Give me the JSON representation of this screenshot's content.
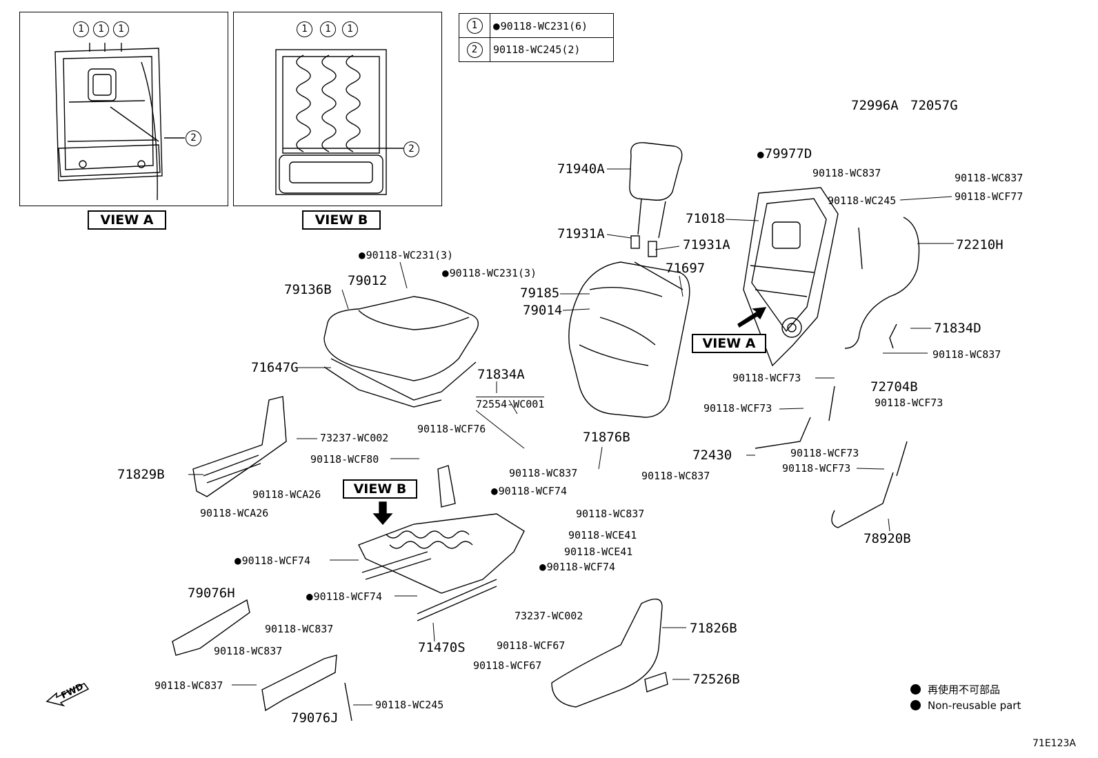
{
  "views": {
    "a_label": "VIEW A",
    "b_label": "VIEW B",
    "a_callout": "VIEW A",
    "b_callout": "VIEW B",
    "circle_one": "1",
    "circle_two": "2"
  },
  "legend": [
    {
      "mark": "1",
      "part": "90118-WC231(6)",
      "non_reusable": true
    },
    {
      "mark": "2",
      "part": "90118-WC245(2)",
      "non_reusable": false
    }
  ],
  "labels": {
    "p72996A": "72996A",
    "p72057G": "72057G",
    "p79977D": "79977D",
    "p71940A": "71940A",
    "p71931A_left": "71931A",
    "p71931A_right": "71931A",
    "p71018": "71018",
    "p71697": "71697",
    "p79185": "79185",
    "p79014": "79014",
    "p72210H": "72210H",
    "p71834D": "71834D",
    "p72704B": "72704B",
    "p72430": "72430",
    "p78920B": "78920B",
    "p79136B": "79136B",
    "p79012": "79012",
    "p71647G": "71647G",
    "p71834A": "71834A",
    "p72554": "72554-WC001",
    "p71829B": "71829B",
    "p71876B": "71876B",
    "p71470S": "71470S",
    "p79076H": "79076H",
    "p79076J": "79076J",
    "p71826B": "71826B",
    "p72526B": "72526B",
    "s_wc837_a": "90118-WC837",
    "s_wc837_b": "90118-WC837",
    "s_wcf77": "90118-WCF77",
    "s_wc245_a": "90118-WC245",
    "s_wc231_3a": "90118-WC231(3)",
    "s_wc231_3b": "90118-WC231(3)",
    "s_wc837_c": "90118-WC837",
    "s_wcf73_a": "90118-WCF73",
    "s_wcf73_b": "90118-WCF73",
    "s_wcf73_c": "90118-WCF73",
    "s_wcf73_d": "90118-WCF73",
    "s_wcf73_e": "90118-WCF73",
    "s_73237_a": "73237-WC002",
    "s_wcf76": "90118-WCF76",
    "s_wcf80": "90118-WCF80",
    "s_wca26_a": "90118-WCA26",
    "s_wca26_b": "90118-WCA26",
    "s_wc837_d": "90118-WC837",
    "s_wcf74_a": "90118-WCF74",
    "s_wc837_e": "90118-WC837",
    "s_wc837_f": "90118-WC837",
    "s_wce41_a": "90118-WCE41",
    "s_wce41_b": "90118-WCE41",
    "s_wcf74_b": "90118-WCF74",
    "s_wcf74_c": "90118-WCF74",
    "s_wcf74_d": "90118-WCF74",
    "s_wc837_g": "90118-WC837",
    "s_wc837_h": "90118-WC837",
    "s_wc837_i": "90118-WC837",
    "s_73237_b": "73237-WC002",
    "s_wcf67_a": "90118-WCF67",
    "s_wcf67_b": "90118-WCF67",
    "s_wc245_b": "90118-WC245"
  },
  "fwd": "FWD",
  "notes": {
    "jp": "再使用不可部品",
    "en": "Non-reusable part"
  },
  "figure_id": "71E123A"
}
